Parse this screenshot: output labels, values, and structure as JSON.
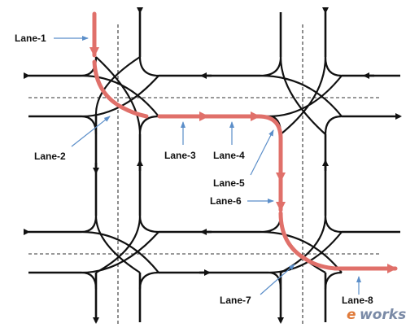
{
  "labels": {
    "lane1": "Lane-1",
    "lane2": "Lane-2",
    "lane3": "Lane-3",
    "lane4": "Lane-4",
    "lane5": "Lane-5",
    "lane6": "Lane-6",
    "lane7": "Lane-7",
    "lane8": "Lane-8"
  },
  "watermark": {
    "prefix": "e",
    "suffix": "works"
  },
  "colors": {
    "road": "#111111",
    "route": "#e0706a",
    "callout": "#5b8ec9"
  }
}
